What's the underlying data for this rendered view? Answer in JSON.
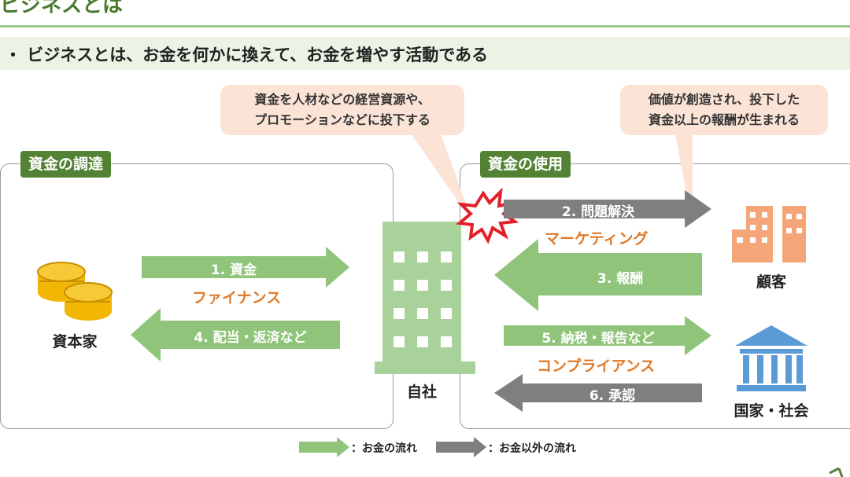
{
  "title": "ビジネスとは",
  "bullet": "・ ビジネスとは、お金を何かに換えて、お金を増やす活動である",
  "callouts": {
    "left": [
      "資金を人材などの経営資源や、",
      "プロモーションなどに投下する"
    ],
    "right": [
      "価値が創造され、投下した",
      "資金以上の報酬が生まれる"
    ]
  },
  "panels": {
    "left": "資金の調達",
    "right": "資金の使用"
  },
  "entities": {
    "capitalist": "資本家",
    "company": "自社",
    "customer": "顧客",
    "state": "国家・社会"
  },
  "arrows": {
    "a1": "1. 資金",
    "a2": "2. 問題解決",
    "a3": "3. 報酬",
    "a4": "4. 配当・返済など",
    "a5": "5. 納税・報告など",
    "a6": "6. 承認"
  },
  "categories": {
    "finance": "ファイナンス",
    "marketing": "マーケティング",
    "compliance": "コンプライアンス"
  },
  "legend": {
    "money": "：お金の流れ",
    "other": "：お金以外の流れ"
  },
  "colors": {
    "green": "#8fc47a",
    "gray": "#7f7f7f",
    "orange": "#e07a2a",
    "dark_green": "#548235"
  }
}
